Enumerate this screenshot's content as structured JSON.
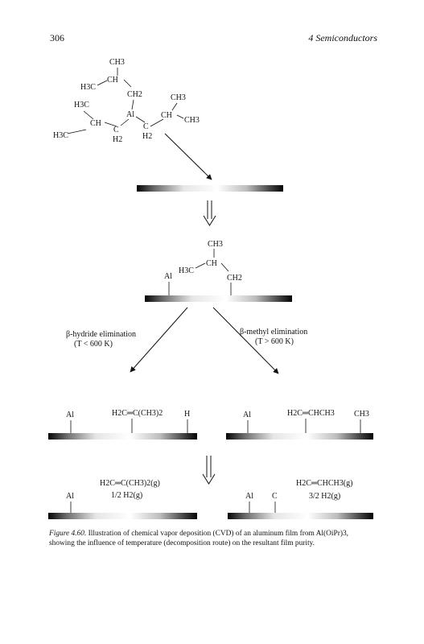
{
  "header": {
    "page_number": "306",
    "chapter_title": "4  Semiconductors"
  },
  "figure": {
    "precursor": {
      "atoms": {
        "ch3_top": "CH3",
        "h3c_1": "H3C",
        "ch_1": "CH",
        "ch2_1": "CH2",
        "h3c_2": "H3C",
        "al": "Al",
        "ch3_right": "CH3",
        "ch_3": "CH",
        "ch3_right2": "CH3",
        "ch_2": "CH",
        "h3c_3": "H3C",
        "c_left": "C",
        "h2_left": "H2",
        "c_right": "C",
        "h2_right": "H2"
      }
    },
    "adsorbed": {
      "ch3": "CH3",
      "h3c": "H3C",
      "ch": "CH",
      "al": "Al",
      "ch2": "CH2"
    },
    "left_path": {
      "label_line1": "β-hydride elimination",
      "label_line2": "(T < 600 K)",
      "surface_al": "Al",
      "surface_molecule": "H2C═C(CH3)2",
      "surface_h": "H",
      "products_molecule": "H2C═C(CH3)2(g)",
      "products_h2": "1/2 H2(g)",
      "final_al": "Al"
    },
    "right_path": {
      "label_line1": "β-methyl elimination",
      "label_line2": "(T > 600 K)",
      "surface_al": "Al",
      "surface_molecule": "H2C═CHCH3",
      "surface_ch3": "CH3",
      "products_molecule": "H2C═CHCH3(g)",
      "products_h2": "3/2 H2(g)",
      "final_al": "Al",
      "final_c": "C"
    }
  },
  "caption": {
    "label": "Figure 4.60.",
    "text": "Illustration of chemical vapor deposition (CVD) of an aluminum film from Al(OiPr)3, showing the influence of temperature (decomposition route) on the resultant film purity."
  }
}
